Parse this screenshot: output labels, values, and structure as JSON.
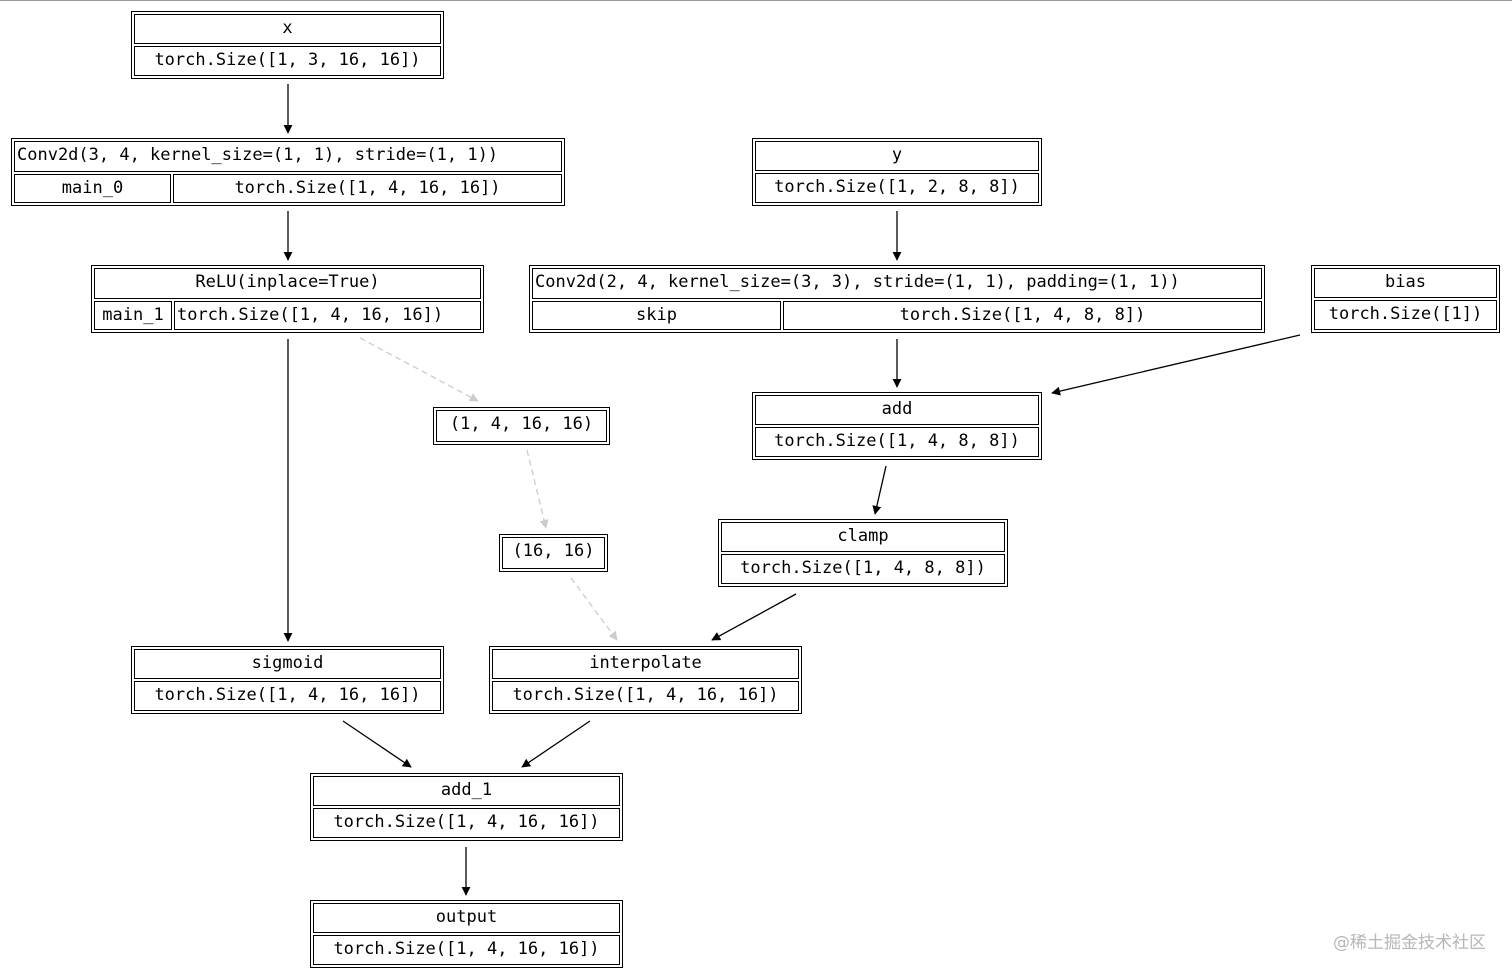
{
  "nodes": {
    "x": {
      "title": "x",
      "size": "torch.Size([1, 3, 16, 16])"
    },
    "conv_main": {
      "title": "Conv2d(3, 4, kernel_size=(1, 1), stride=(1, 1))",
      "name": "main_0",
      "size": "torch.Size([1, 4, 16, 16])"
    },
    "y": {
      "title": "y",
      "size": "torch.Size([1, 2, 8, 8])"
    },
    "relu": {
      "title": "ReLU(inplace=True)",
      "name": "main_1",
      "size": "torch.Size([1, 4, 16, 16])"
    },
    "conv_skip": {
      "title": "Conv2d(2, 4, kernel_size=(3, 3), stride=(1, 1), padding=(1, 1))",
      "name": "skip",
      "size": "torch.Size([1, 4, 8, 8])"
    },
    "bias": {
      "title": "bias",
      "size": "torch.Size([1])"
    },
    "shape_tuple": {
      "value": "(1, 4, 16, 16)"
    },
    "add": {
      "title": "add",
      "size": "torch.Size([1, 4, 8, 8])"
    },
    "spatial_tuple": {
      "value": "(16, 16)"
    },
    "clamp": {
      "title": "clamp",
      "size": "torch.Size([1, 4, 8, 8])"
    },
    "sigmoid": {
      "title": "sigmoid",
      "size": "torch.Size([1, 4, 16, 16])"
    },
    "interpolate": {
      "title": "interpolate",
      "size": "torch.Size([1, 4, 16, 16])"
    },
    "add_1": {
      "title": "add_1",
      "size": "torch.Size([1, 4, 16, 16])"
    },
    "output": {
      "title": "output",
      "size": "torch.Size([1, 4, 16, 16])"
    }
  },
  "edges": [
    {
      "from": "x",
      "to": "conv_main",
      "style": "solid"
    },
    {
      "from": "conv_main",
      "to": "relu",
      "style": "solid"
    },
    {
      "from": "y",
      "to": "conv_skip",
      "style": "solid"
    },
    {
      "from": "relu",
      "to": "shape_tuple",
      "style": "dashed"
    },
    {
      "from": "relu",
      "to": "sigmoid",
      "style": "solid"
    },
    {
      "from": "conv_skip",
      "to": "add",
      "style": "solid"
    },
    {
      "from": "bias",
      "to": "add",
      "style": "solid"
    },
    {
      "from": "shape_tuple",
      "to": "spatial_tuple",
      "style": "dashed"
    },
    {
      "from": "add",
      "to": "clamp",
      "style": "solid"
    },
    {
      "from": "spatial_tuple",
      "to": "interpolate",
      "style": "dashed"
    },
    {
      "from": "clamp",
      "to": "interpolate",
      "style": "solid"
    },
    {
      "from": "sigmoid",
      "to": "add_1",
      "style": "solid"
    },
    {
      "from": "interpolate",
      "to": "add_1",
      "style": "solid"
    },
    {
      "from": "add_1",
      "to": "output",
      "style": "solid"
    }
  ],
  "colors": {
    "solid_edge": "#000000",
    "dashed_edge": "#cccccc",
    "watermark": "#b7b7b7"
  },
  "watermark": "@稀土掘金技术社区"
}
